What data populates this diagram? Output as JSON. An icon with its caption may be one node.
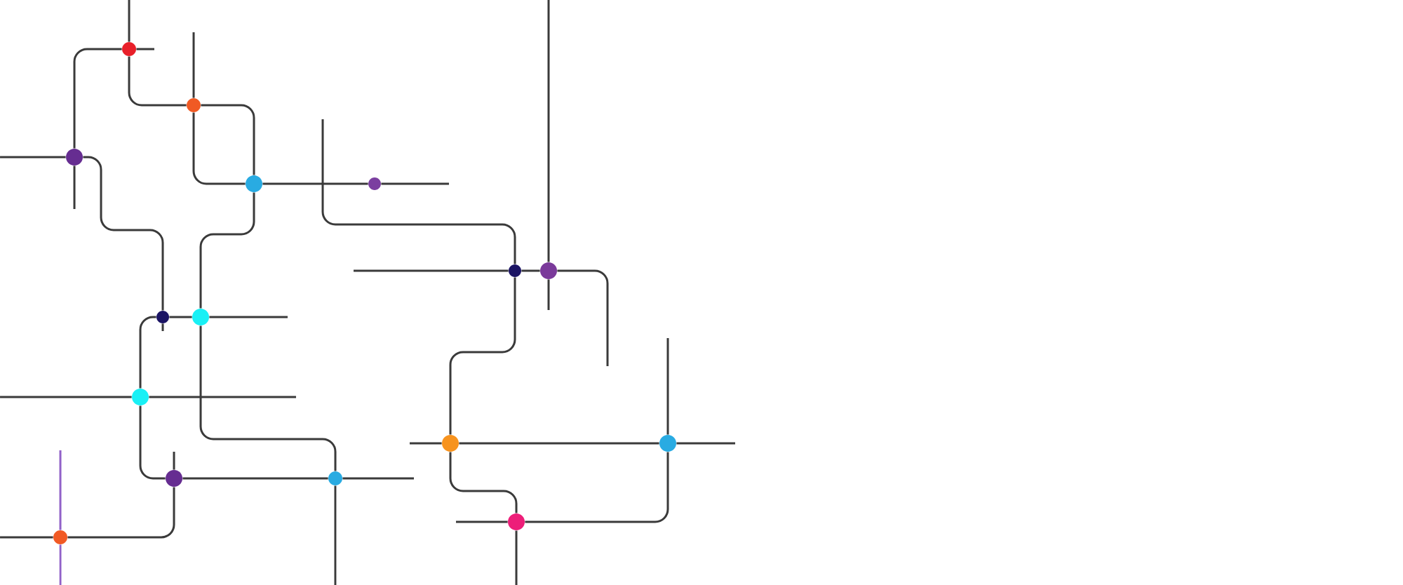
{
  "diagram": {
    "nodes": [
      {
        "text": [],
        "shape": "circle"
      },
      {
        "text": [],
        "shape": "circle"
      },
      {
        "text": [],
        "shape": "circle"
      },
      {
        "text": [],
        "shape": "circle"
      },
      {
        "text": [],
        "shape": "circle"
      },
      {
        "text": [],
        "shape": "circle"
      },
      {
        "text": [],
        "shape": "circle"
      },
      {
        "text": [],
        "shape": "circle"
      },
      {
        "text": [],
        "shape": "circle"
      },
      {
        "text": [],
        "shape": "circle"
      },
      {
        "text": [],
        "shape": "circle"
      },
      {
        "text": [],
        "shape": "circle"
      },
      {
        "text": [],
        "shape": "circle"
      },
      {
        "text": [],
        "shape": "circle"
      },
      {
        "text": [],
        "shape": "circle"
      },
      {
        "text": [],
        "shape": "circle"
      }
    ],
    "edges": [
      {
        "from": null,
        "to": 0,
        "arrow": "none"
      },
      {
        "from": 0,
        "to": 1,
        "arrow": "none"
      },
      {
        "from": 1,
        "to": 3,
        "arrow": "none"
      },
      {
        "from": 3,
        "to": 8,
        "arrow": "none"
      },
      {
        "from": 8,
        "to": 13,
        "arrow": "none"
      },
      {
        "from": 13,
        "to": null,
        "arrow": "none"
      },
      {
        "from": null,
        "to": 0,
        "arrow": "none"
      },
      {
        "from": 0,
        "to": 2,
        "arrow": "none"
      },
      {
        "from": 2,
        "to": null,
        "arrow": "none"
      },
      {
        "from": null,
        "to": 1,
        "arrow": "none"
      },
      {
        "from": 1,
        "to": 3,
        "arrow": "none"
      },
      {
        "from": 3,
        "to": 4,
        "arrow": "none"
      },
      {
        "from": 4,
        "to": null,
        "arrow": "none"
      },
      {
        "from": null,
        "to": 2,
        "arrow": "none"
      },
      {
        "from": 2,
        "to": 7,
        "arrow": "none"
      },
      {
        "from": 7,
        "to": null,
        "arrow": "none"
      },
      {
        "from": null,
        "to": 5,
        "arrow": "none"
      },
      {
        "from": 5,
        "to": 10,
        "arrow": "none"
      },
      {
        "from": 10,
        "to": 14,
        "arrow": "none"
      },
      {
        "from": 14,
        "to": null,
        "arrow": "none"
      },
      {
        "from": null,
        "to": 5,
        "arrow": "none"
      },
      {
        "from": 5,
        "to": 6,
        "arrow": "none"
      },
      {
        "from": 6,
        "to": null,
        "arrow": "none"
      },
      {
        "from": null,
        "to": 6,
        "arrow": "none"
      },
      {
        "from": 6,
        "to": null,
        "arrow": "none"
      },
      {
        "from": null,
        "to": 8,
        "arrow": "none"
      },
      {
        "from": 8,
        "to": 7,
        "arrow": "none"
      },
      {
        "from": 7,
        "to": 9,
        "arrow": "none"
      },
      {
        "from": 9,
        "to": 12,
        "arrow": "none"
      },
      {
        "from": 12,
        "to": 13,
        "arrow": "none"
      },
      {
        "from": 13,
        "to": null,
        "arrow": "none"
      },
      {
        "from": null,
        "to": 9,
        "arrow": "none"
      },
      {
        "from": 9,
        "to": null,
        "arrow": "none"
      },
      {
        "from": null,
        "to": 12,
        "arrow": "none"
      },
      {
        "from": 12,
        "to": 15,
        "arrow": "none"
      },
      {
        "from": 15,
        "to": null,
        "arrow": "none"
      },
      {
        "from": null,
        "to": 15,
        "arrow": "none",
        "color": "#9161c8"
      },
      {
        "from": 15,
        "to": null,
        "arrow": "none",
        "color": "#9161c8"
      },
      {
        "from": null,
        "to": 10,
        "arrow": "none"
      },
      {
        "from": 10,
        "to": 11,
        "arrow": "none"
      },
      {
        "from": 11,
        "to": null,
        "arrow": "none"
      },
      {
        "from": null,
        "to": 11,
        "arrow": "none"
      },
      {
        "from": 11,
        "to": 14,
        "arrow": "none"
      },
      {
        "from": 14,
        "to": null,
        "arrow": "none"
      }
    ]
  }
}
